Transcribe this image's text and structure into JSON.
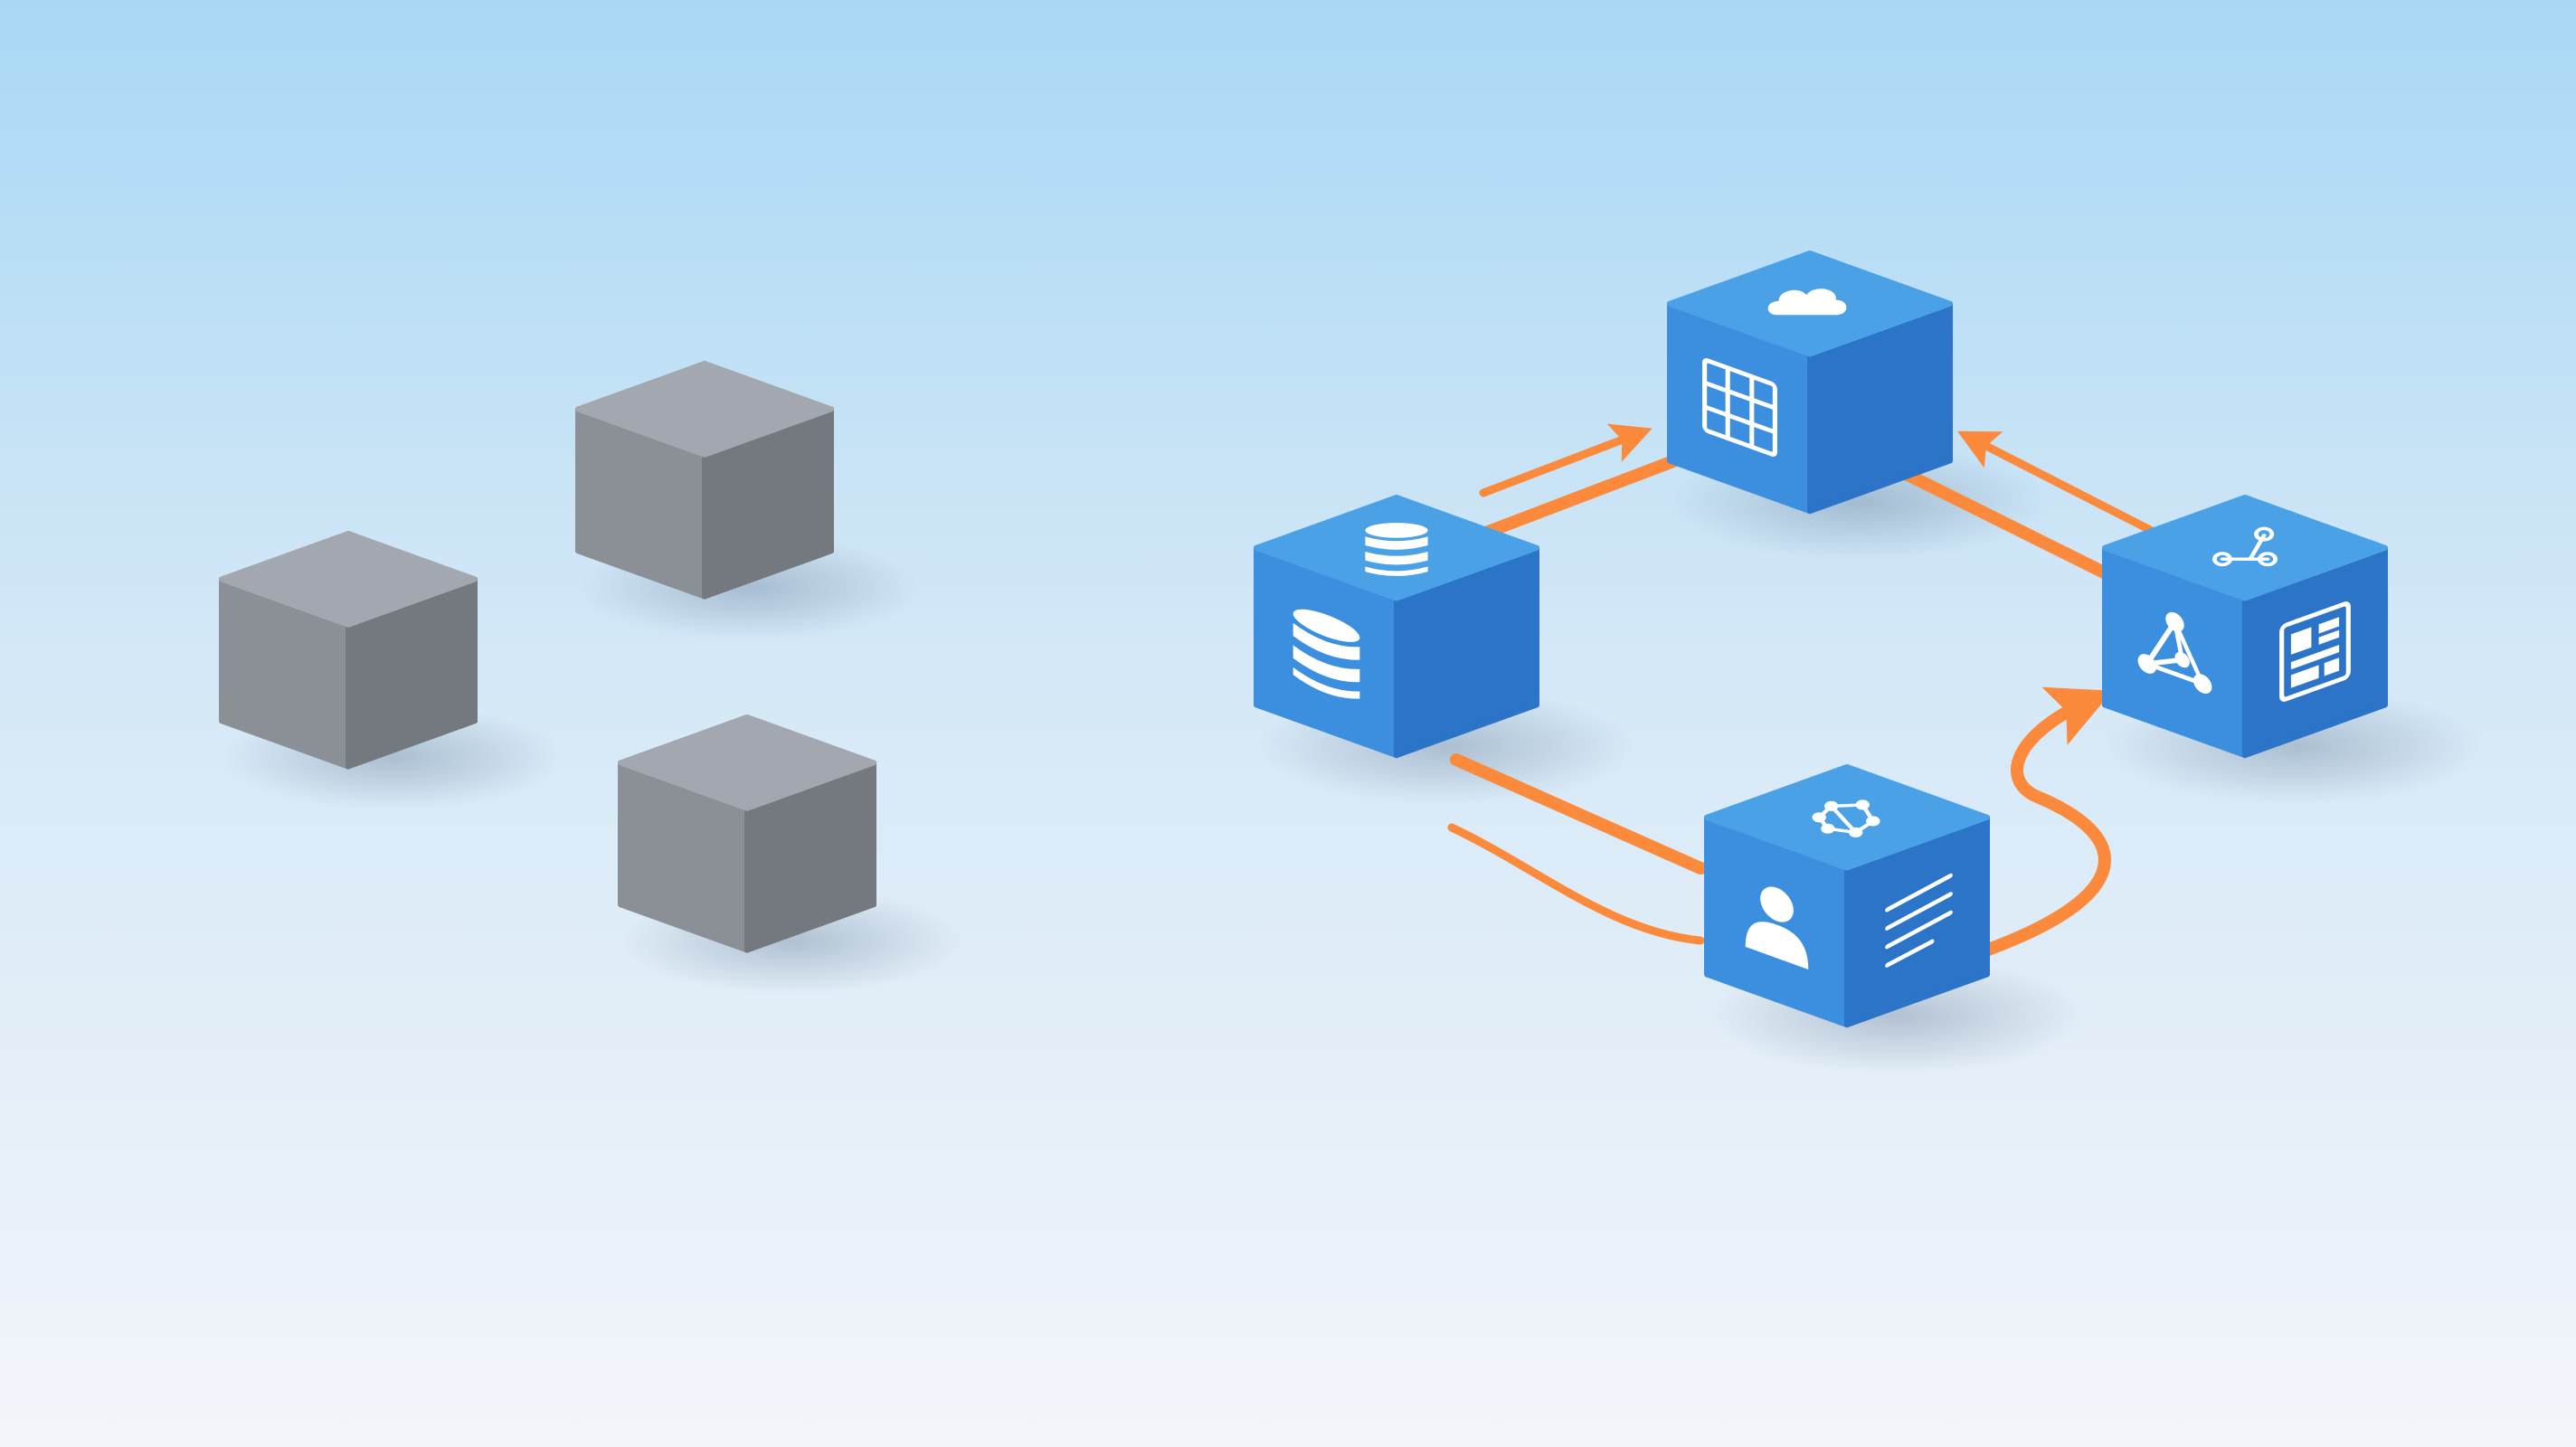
{
  "colors": {
    "sky_top": "#a9d8f5",
    "sky_mid": "#d4e8f7",
    "floor": "#f3f5fa",
    "gray_top": "#a3a8b0",
    "gray_left": "#8b8f96",
    "gray_right": "#74787f",
    "blue_top": "#4aa1e6",
    "blue_left": "#3c8fde",
    "blue_right": "#2b74c7",
    "connector": "#fb8a3c",
    "icon": "#ffffff"
  },
  "gray_cubes": [
    {
      "id": "gray-1"
    },
    {
      "id": "gray-2"
    },
    {
      "id": "gray-3"
    }
  ],
  "blue_cubes": [
    {
      "id": "node-top",
      "icons": {
        "top": "cloud-icon",
        "left": "grid-table-icon",
        "right": ""
      }
    },
    {
      "id": "node-left",
      "icons": {
        "top": "database-icon",
        "left": "database-icon",
        "right": ""
      }
    },
    {
      "id": "node-right",
      "icons": {
        "top": "branch-nodes-icon",
        "left": "triangle-network-icon",
        "right": "dashboard-icon"
      }
    },
    {
      "id": "node-bottom",
      "icons": {
        "top": "network-graph-icon",
        "left": "user-icon",
        "right": "document-lines-icon"
      }
    }
  ],
  "connectors": [
    {
      "id": "left-to-top",
      "arrow": true
    },
    {
      "id": "right-to-top",
      "arrow": true
    },
    {
      "id": "bottom-to-right",
      "arrow": true
    },
    {
      "id": "left-to-bottom",
      "arrow": false
    }
  ]
}
